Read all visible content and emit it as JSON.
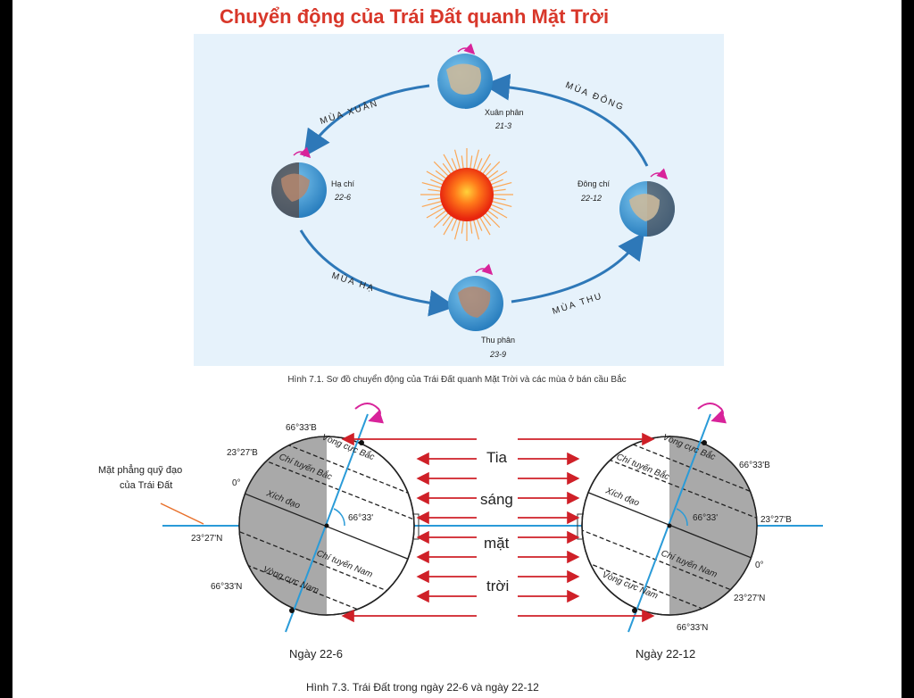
{
  "title": "Chuyển động của Trái Đất quanh Mặt Trời",
  "orbit": {
    "seasons": {
      "spring": "MÙA XUÂN",
      "summer": "MÙA HẠ",
      "autumn": "MÙA THU",
      "winter": "MÙA ĐÔNG"
    },
    "points": {
      "vernal": {
        "name": "Xuân phân",
        "date": "21-3"
      },
      "summer": {
        "name": "Hạ chí",
        "date": "22-6"
      },
      "autumn": {
        "name": "Thu phân",
        "date": "23-9"
      },
      "winter": {
        "name": "Đông chí",
        "date": "22-12"
      }
    },
    "caption": "Hình 7.1. Sơ đồ chuyển động của Trái Đất quanh Mặt Trời và các mùa ở bán cầu Bắc"
  },
  "solstice": {
    "left": {
      "n_polar": "66°33'B",
      "n_tropic": "23°27'B",
      "equator_deg": "0°",
      "s_tropic": "23°27'N",
      "s_polar": "66°33'N",
      "arctic_circle": "Vòng cực Bắc",
      "tropic_cancer": "Chí tuyến Bắc",
      "equator": "Xích đạo",
      "tropic_capricorn": "Chí tuyến Nam",
      "antarctic_circle": "Vòng cực Nam",
      "angle": "66°33'",
      "date": "Ngày 22-6"
    },
    "right": {
      "n_polar": "66°33'B",
      "n_tropic": "23°27'B",
      "equator_deg": "0°",
      "s_tropic": "23°27'N",
      "s_polar": "66°33'N",
      "arctic_circle": "Vòng cực Bắc",
      "tropic_cancer": "Chí tuyến Bắc",
      "equator": "Xích đạo",
      "tropic_capricorn": "Chí tuyến Nam",
      "antarctic_circle": "Vòng cực Nam",
      "angle": "66°33'",
      "date": "Ngày 22-12"
    },
    "orbit_plane_label_1": "Mặt phẳng quỹ đạo",
    "orbit_plane_label_2": "của Trái Đất",
    "rays_words": [
      "Tia",
      "sáng",
      "mặt",
      "trời"
    ],
    "caption": "Hình 7.3. Trái Đất trong ngày 22-6 và ngày 22-12"
  },
  "colors": {
    "title": "#d8372a",
    "panel_bg": "#e6f2fb",
    "orbit_arrow": "#2e78b8",
    "sun_core": "#f23a12",
    "sun_glow": "#ffd23a",
    "ray": "#cf2028",
    "axis": "#2a9bd8",
    "rotation": "#d8239a",
    "night": "#a9a9a9"
  }
}
